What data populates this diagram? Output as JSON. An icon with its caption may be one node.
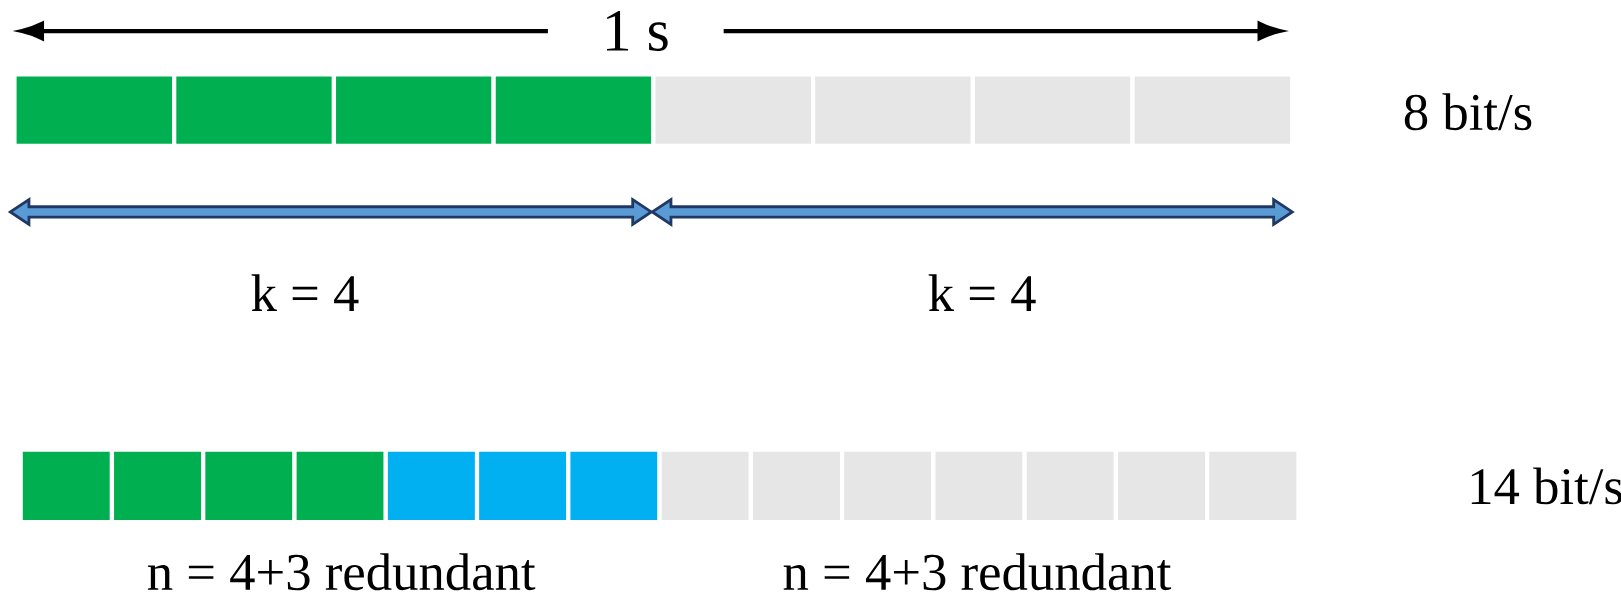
{
  "diagram": {
    "labels": [
      "1 s",
      "8 bit/s",
      "k = 4",
      "k = 4",
      "14 bit/s",
      "n = 4+3 redundant",
      "n = 4+3 redundant"
    ]
  }
}
